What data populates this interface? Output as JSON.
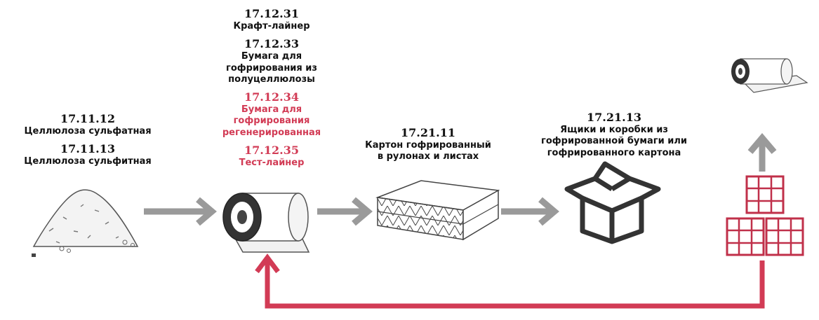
{
  "colors": {
    "arrow_gray": "#9a9a9a",
    "recycle_red": "#d23b55",
    "text_dark": "#111111",
    "icon_stroke": "#333333"
  },
  "stages": {
    "pulp": {
      "items": [
        {
          "code": "17.11.12",
          "name": "Целлюлоза сульфатная"
        },
        {
          "code": "17.11.13",
          "name": "Целлюлоза сульфитная"
        }
      ],
      "icon": "pulp-heap-icon"
    },
    "paper": {
      "items": [
        {
          "code": "17.12.31",
          "name": "Крафт-лайнер",
          "highlight": false
        },
        {
          "code": "17.12.33",
          "name": "Бумага для гофрирования из полуцеллюлозы",
          "highlight": false
        },
        {
          "code": "17.12.34",
          "name": "Бумага для гофрирования регенерированная",
          "highlight": true
        },
        {
          "code": "17.12.35",
          "name": "Тест-лайнер",
          "highlight": true
        }
      ],
      "icon": "paper-roll-icon"
    },
    "board": {
      "code": "17.21.11",
      "name": "Картон гофрированный в рулонах и листах",
      "icon": "corrugated-sheets-icon"
    },
    "boxes": {
      "code": "17.21.13",
      "name": "Ящики и коробки из гофрированной бумаги или гофрированного картона",
      "icon": "open-box-icon"
    },
    "recycling": {
      "icons": [
        "waste-paper-bales-icon",
        "paper-roll-icon"
      ]
    }
  }
}
